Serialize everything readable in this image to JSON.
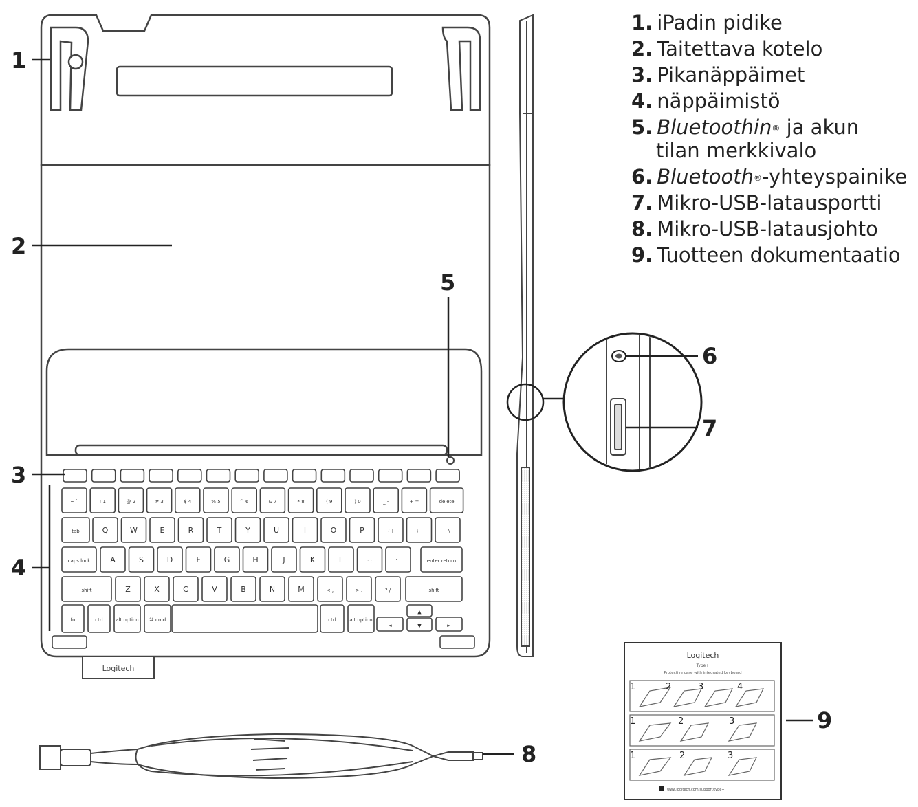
{
  "legend": [
    {
      "num": "1.",
      "text": "iPadin pidike"
    },
    {
      "num": "2.",
      "text": "Taitettava kotelo"
    },
    {
      "num": "3.",
      "text": "Pikanäppäimet"
    },
    {
      "num": "4.",
      "text": "näppäimistö"
    },
    {
      "num": "5.",
      "italic": "Bluetoothin",
      "reg": "®",
      "text": " ja akun",
      "line2": "tilan merkkivalo"
    },
    {
      "num": "6.",
      "italic": "Bluetooth",
      "reg": "®",
      "text": "-yhteyspainike"
    },
    {
      "num": "7.",
      "text": "Mikro-USB-latausportti"
    },
    {
      "num": "8.",
      "text": "Mikro-USB-latausjohto"
    },
    {
      "num": "9.",
      "text": "Tuotteen dokumentaatio"
    }
  ],
  "callouts": {
    "c1": "1",
    "c2": "2",
    "c3": "3",
    "c4": "4",
    "c5": "5",
    "c6": "6",
    "c7": "7",
    "c8": "8",
    "c9": "9"
  },
  "keyboard": {
    "row_number": [
      "~ `",
      "! 1",
      "@ 2",
      "# 3",
      "$ 4",
      "% 5",
      "^ 6",
      "& 7",
      "* 8",
      "( 9",
      ") 0",
      "_ -",
      "+ =",
      "delete"
    ],
    "row_top": [
      "tab",
      "Q",
      "W",
      "E",
      "R",
      "T",
      "Y",
      "U",
      "I",
      "O",
      "P",
      "{ [",
      "} ]",
      "| \\"
    ],
    "row_home": [
      "caps lock",
      "A",
      "S",
      "D",
      "F",
      "G",
      "H",
      "J",
      "K",
      "L",
      ": ;",
      "\" '",
      "enter return"
    ],
    "row_bottom": [
      "shift",
      "Z",
      "X",
      "C",
      "V",
      "B",
      "N",
      "M",
      "< ,",
      "> .",
      "? /",
      "shift"
    ],
    "row_space": [
      "fn",
      "ctrl",
      "alt option",
      "⌘ cmd",
      "",
      "ctrl",
      "alt option"
    ],
    "brand": "Logitech"
  },
  "doc_card": {
    "brand": "Logitech",
    "title": "Type+",
    "subtitle": "Protective case with integrated keyboard",
    "url": "www.logitech.com/support/type+"
  }
}
